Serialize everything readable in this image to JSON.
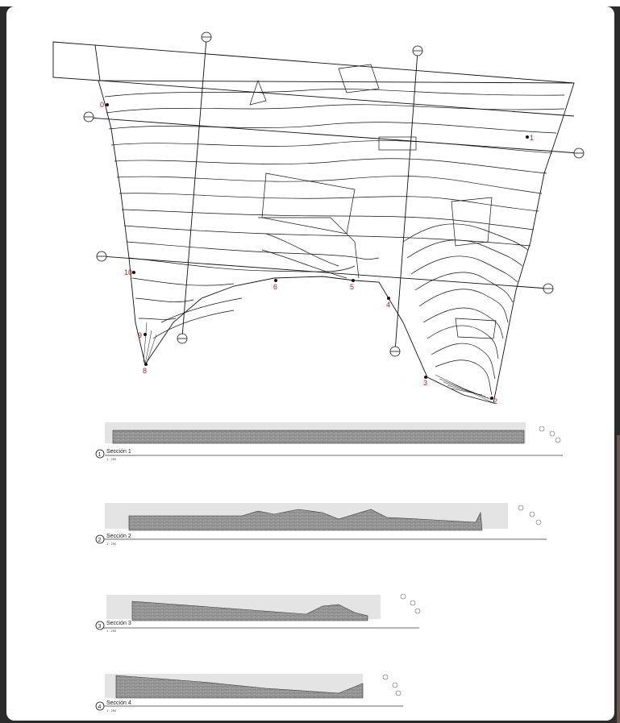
{
  "plan": {
    "points": [
      "1",
      "2",
      "3",
      "4",
      "5",
      "6",
      "8",
      "9",
      "10",
      "0"
    ]
  },
  "sections": [
    {
      "number": "1",
      "title": "Sección 1",
      "scale": "1 : 250"
    },
    {
      "number": "2",
      "title": "Sección 2",
      "scale": "1 : 250"
    },
    {
      "number": "3",
      "title": "Sección 3",
      "scale": "1 : 250"
    },
    {
      "number": "4",
      "title": "Sección 4",
      "scale": "1 : 250"
    }
  ],
  "colors": {
    "line": "#111111",
    "contour_label": "#5aa85a",
    "point_label": "#b02020",
    "section_fill": "#9a9a9a"
  }
}
